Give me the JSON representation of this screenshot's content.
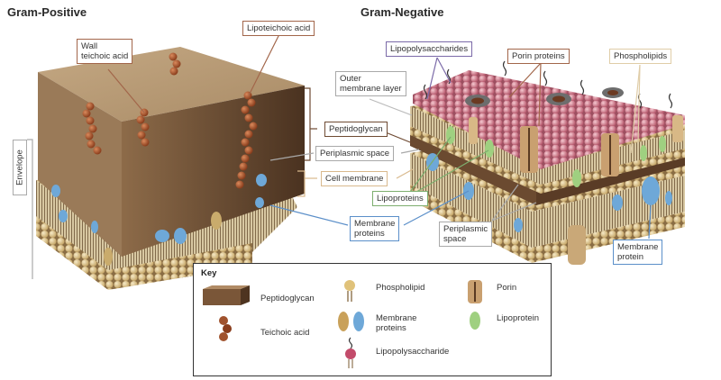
{
  "titles": {
    "gram_positive": "Gram-Positive",
    "gram_negative": "Gram-Negative"
  },
  "labels": {
    "wall_teichoic_acid": "Wall\nteichoic acid",
    "lipoteichoic_acid": "Lipoteichoic acid",
    "envelope": "Envelope",
    "lipopolysaccharides": "Lipopolysaccharides",
    "porin_proteins": "Porin proteins",
    "phospholipids": "Phospholipids",
    "outer_membrane_layer": "Outer\nmembrane layer",
    "peptidoglycan": "Peptidoglycan",
    "periplasmic_space": "Periplasmic space",
    "cell_membrane": "Cell membrane",
    "lipoproteins": "Lipoproteins",
    "membrane_proteins": "Membrane\nproteins",
    "periplasmic_space_right": "Periplasmic\nspace",
    "membrane_protein_right": "Membrane\nprotein"
  },
  "key": {
    "title": "Key",
    "items": [
      {
        "icon": "peptidoglycan-block",
        "label": "Peptidoglycan"
      },
      {
        "icon": "teichoic-acid-beads",
        "label": "Teichoic acid"
      },
      {
        "icon": "phospholipid",
        "label": "Phospholipid"
      },
      {
        "icon": "membrane-proteins",
        "label": "Membrane\nproteins"
      },
      {
        "icon": "lipopolysaccharide",
        "label": "Lipopolysaccharide"
      },
      {
        "icon": "porin",
        "label": "Porin"
      },
      {
        "icon": "lipoprotein",
        "label": "Lipoprotein"
      }
    ]
  },
  "colors": {
    "peptidoglycan": "#8a6a4c",
    "teichoic": "#a0522d",
    "phospholipid_head": "#e6cf9a",
    "membrane_protein_blue": "#6ea8d8",
    "lipoprotein_green": "#9fd080",
    "lps_pink": "#d98a9a",
    "porin": "#c9a070"
  }
}
